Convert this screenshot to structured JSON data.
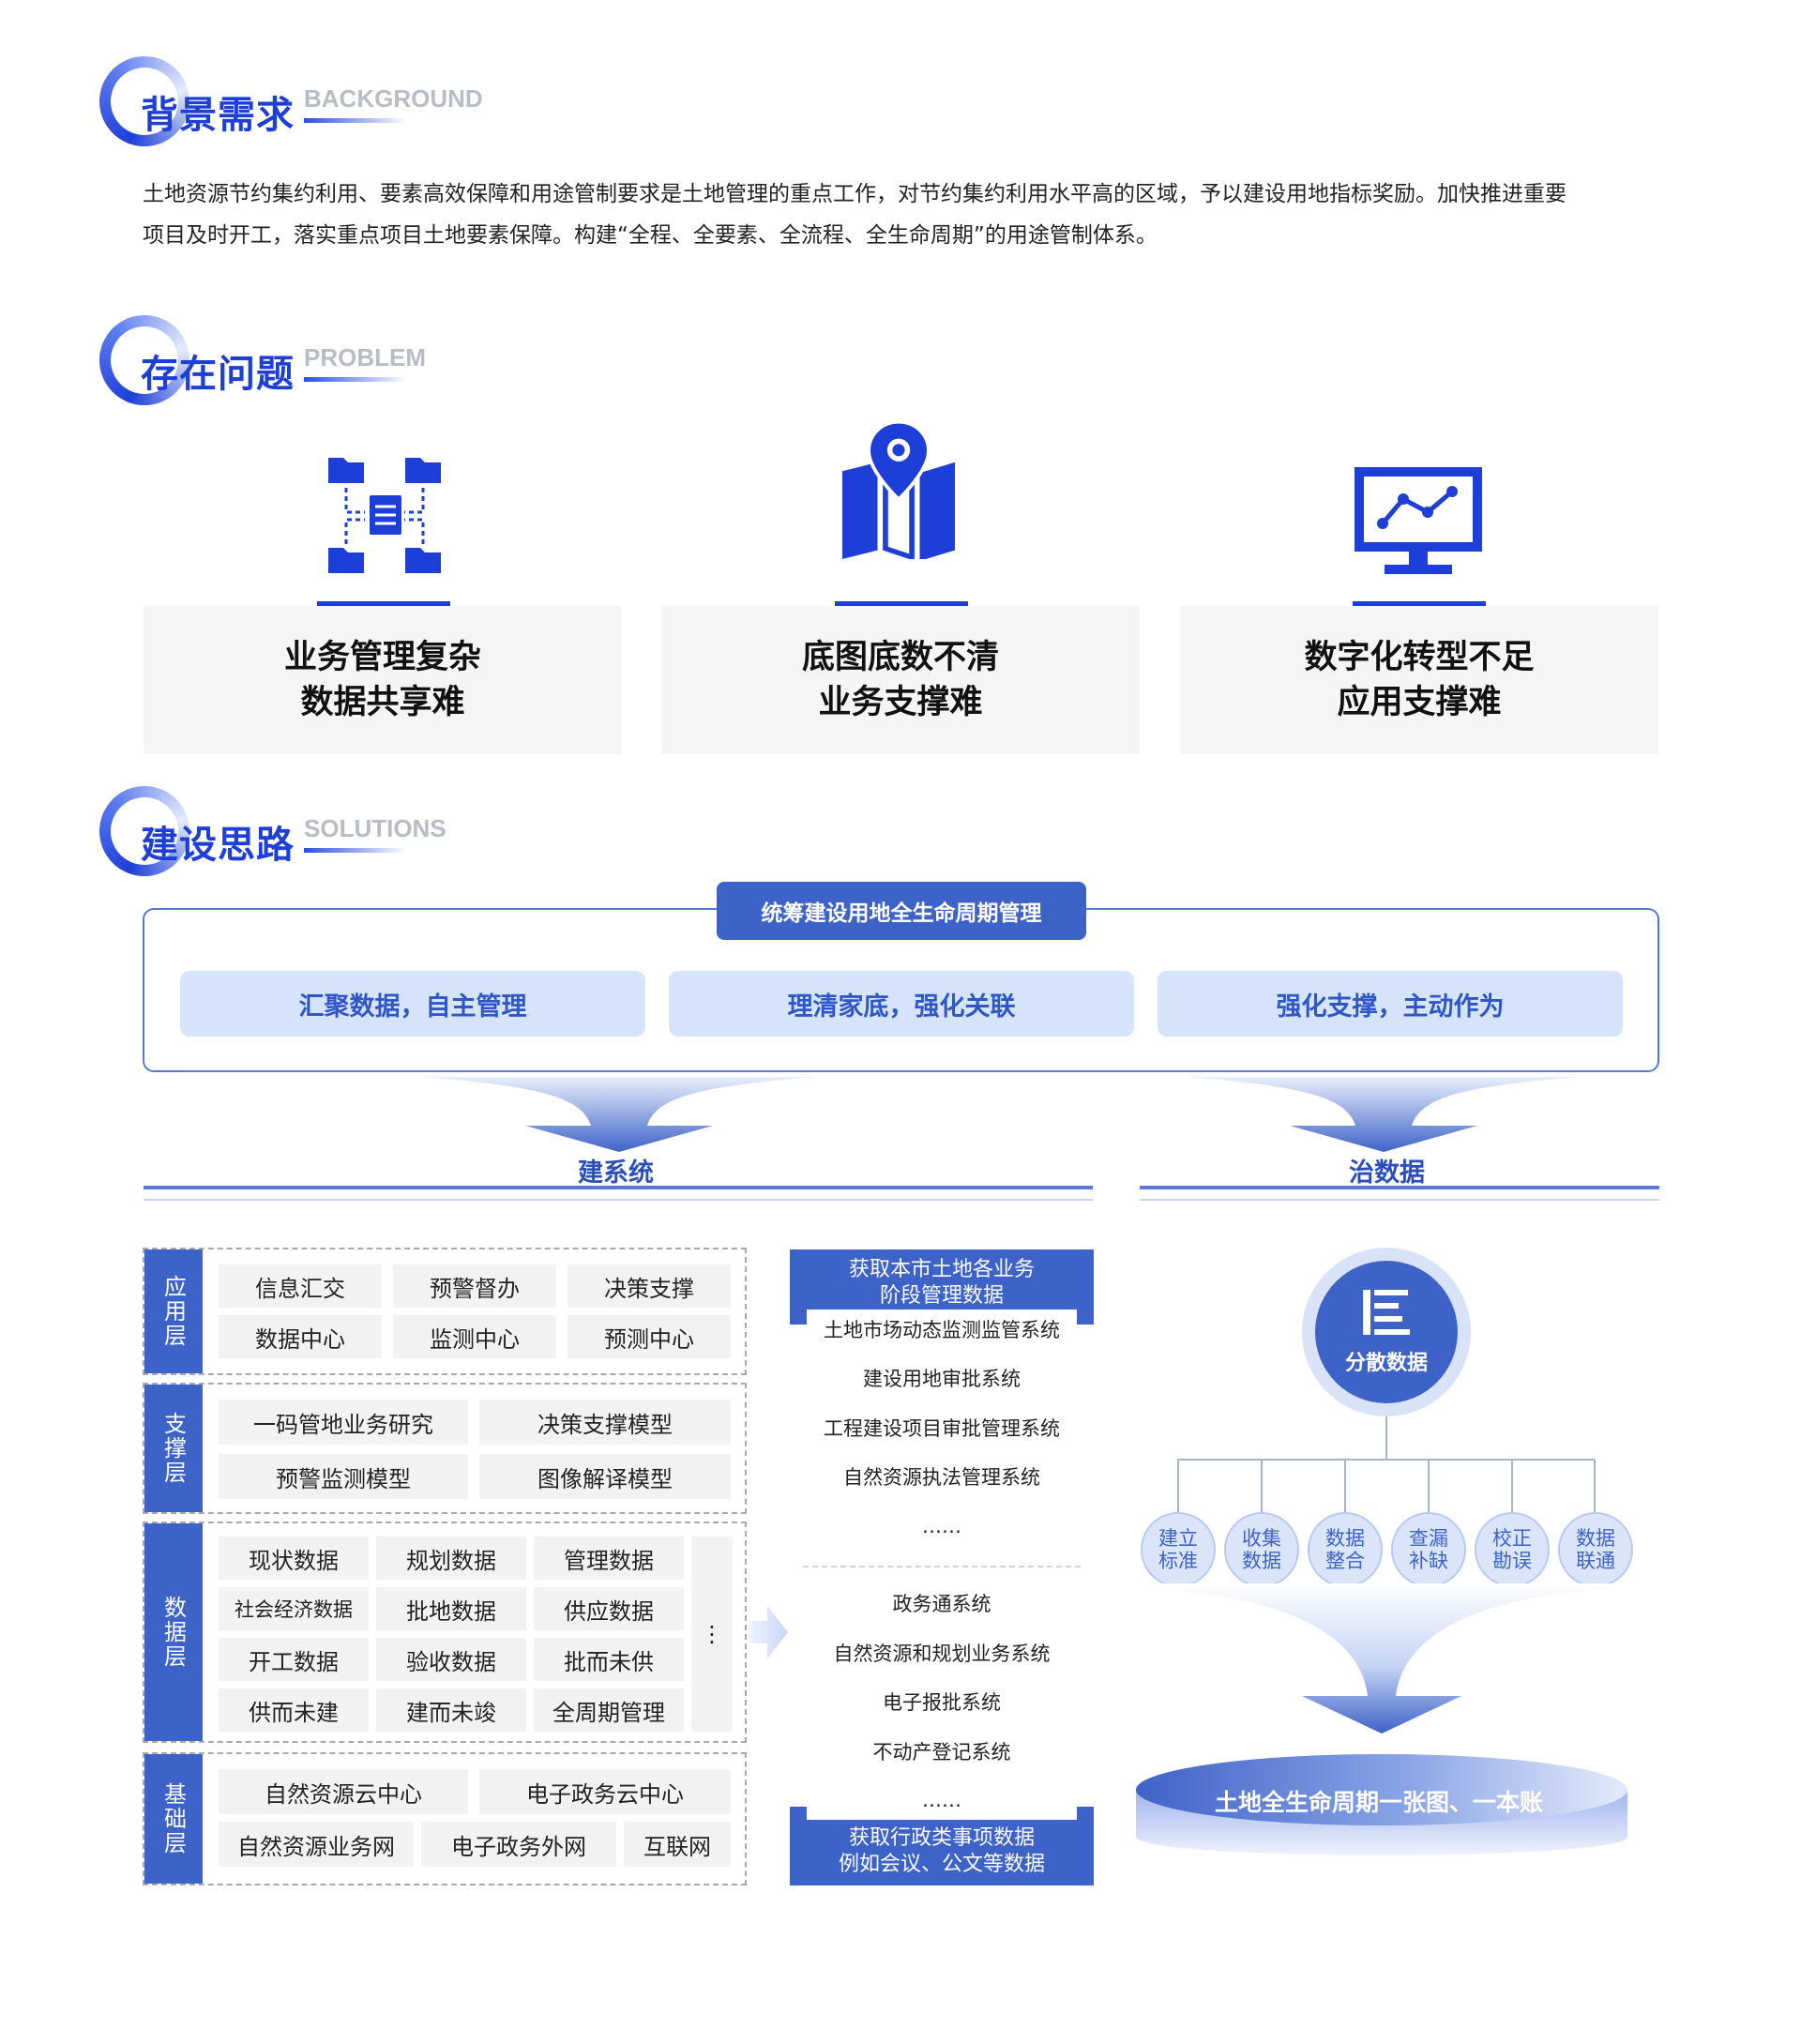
{
  "sections": {
    "background": {
      "title": "背景需求",
      "en": "BACKGROUND"
    },
    "problem": {
      "title": "存在问题",
      "en": "PROBLEM"
    },
    "solutions": {
      "title": "建设思路",
      "en": "SOLUTIONS"
    }
  },
  "intro": {
    "line1": "土地资源节约集约利用、要素高效保障和用途管制要求是土地管理的重点工作，对节约集约利用水平高的区域，予以建设用地指标奖励。加快推进重要",
    "line2": "项目及时开工，落实重点项目土地要素保障。构建“全程、全要素、全流程、全生命周期”的用途管制体系。"
  },
  "problems": [
    {
      "icon": "folder-network-icon",
      "line1": "业务管理复杂",
      "line2": "数据共享难"
    },
    {
      "icon": "map-pin-icon",
      "line1": "底图底数不清",
      "line2": "业务支撑难"
    },
    {
      "icon": "monitor-chart-icon",
      "line1": "数字化转型不足",
      "line2": "应用支撑难"
    }
  ],
  "overview": {
    "tag": "统筹建设用地全生命周期管理",
    "pillars": [
      "汇聚数据，自主管理",
      "理清家底，强化关联",
      "强化支撑，主动作为"
    ]
  },
  "columns": {
    "build": "建系统",
    "govern": "治数据"
  },
  "layers": {
    "app": {
      "label": "应用层",
      "cells": [
        "信息汇交",
        "预警督办",
        "决策支撑",
        "数据中心",
        "监测中心",
        "预测中心"
      ]
    },
    "support": {
      "label": "支撑层",
      "cells": [
        "一码管地业务研究",
        "决策支撑模型",
        "预警监测模型",
        "图像解译模型"
      ]
    },
    "data": {
      "label": "数据层",
      "cells": [
        "现状数据",
        "规划数据",
        "管理数据",
        "社会经济数据",
        "批地数据",
        "供应数据",
        "开工数据",
        "验收数据",
        "批而未供",
        "供而未建",
        "建而未竣",
        "全周期管理"
      ],
      "more": "⋮"
    },
    "base": {
      "label": "基础层",
      "cells": [
        "自然资源云中心",
        "电子政务云中心",
        "自然资源业务网",
        "电子政务外网",
        "互联网"
      ]
    }
  },
  "middle": {
    "head_line1": "获取本市土地各业务",
    "head_line2": "阶段管理数据",
    "upper": [
      "土地市场动态监测监管系统",
      "建设用地审批系统",
      "工程建设项目审批管理系统",
      "自然资源执法管理系统",
      "……"
    ],
    "lower": [
      "政务通系统",
      "自然资源和规划业务系统",
      "电子报批系统",
      "不动产登记系统",
      "……"
    ],
    "foot_line1": "获取行政类事项数据",
    "foot_line2": "例如会议、公文等数据"
  },
  "govern": {
    "center": "分散数据",
    "steps": [
      [
        "建立",
        "标准"
      ],
      [
        "收集",
        "数据"
      ],
      [
        "数据",
        "整合"
      ],
      [
        "查漏",
        "补缺"
      ],
      [
        "校正",
        "勘误"
      ],
      [
        "数据",
        "联通"
      ]
    ],
    "result": "土地全生命周期一张图、一本账"
  },
  "colors": {
    "primary": "#1d3fd8",
    "panel": "#3e63c8",
    "pillar_bg": "#d6e4fb",
    "card_bg": "#f5f5f6"
  }
}
